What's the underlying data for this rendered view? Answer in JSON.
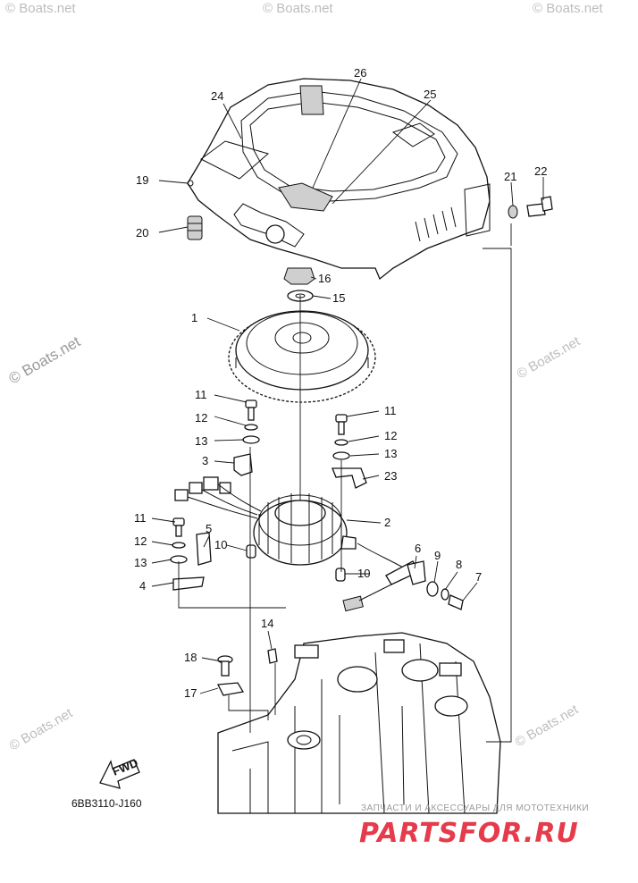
{
  "diagram": {
    "drawing_code": "6BB3110-J160",
    "fwd_label": "FWD",
    "part_labels": [
      "1",
      "2",
      "3",
      "4",
      "5",
      "6",
      "7",
      "8",
      "9",
      "10",
      "10",
      "11",
      "11",
      "11",
      "12",
      "12",
      "12",
      "13",
      "13",
      "13",
      "14",
      "15",
      "16",
      "17",
      "18",
      "19",
      "20",
      "21",
      "22",
      "23",
      "24",
      "25",
      "26"
    ]
  },
  "watermarks": {
    "boats": "© Boats.net",
    "brand": "PARTSFOR.RU",
    "brand_tagline": "ЗАПЧАСТИ И АКСЕССУАРЫ ДЛЯ МОТОТЕХНИКИ"
  }
}
